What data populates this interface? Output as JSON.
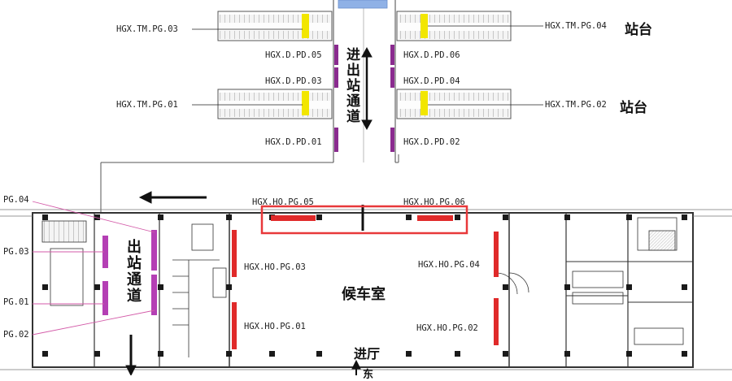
{
  "labels": {
    "tm_pg_03": "HGX.TM.PG.03",
    "tm_pg_04": "HGX.TM.PG.04",
    "tm_pg_01": "HGX.TM.PG.01",
    "tm_pg_02": "HGX.TM.PG.02",
    "d_pd_05": "HGX.D.PD.05",
    "d_pd_06": "HGX.D.PD.06",
    "d_pd_03": "HGX.D.PD.03",
    "d_pd_04": "HGX.D.PD.04",
    "d_pd_01": "HGX.D.PD.01",
    "d_pd_02": "HGX.D.PD.02",
    "ho_pg_03": "HGX.HO.PG.03",
    "ho_pg_04": "HGX.HO.PG.04",
    "ho_pg_01": "HGX.HO.PG.01",
    "ho_pg_02": "HGX.HO.PG.02",
    "ho_pg_05": "HGX.HO.PG.05",
    "ho_pg_06": "HGX.HO.PG.06",
    "pg_04": "PG.04",
    "pg_03": "PG.03",
    "pg_01": "PG.01",
    "pg_02": "PG.02"
  },
  "areas": {
    "platform_top": "站台",
    "platform_mid": "站台",
    "passage_in_out": "进出站通道",
    "passage_exit": "出站通道",
    "waiting_room": "候车室",
    "entry_hall": "进厅",
    "east": "东"
  },
  "colors": {
    "gate_yellow": "#f2e600",
    "gate_purple": "#8a2b8f",
    "gate_magenta": "#b43fb4",
    "gate_red": "#e02a2a",
    "highlight_box": "#e8383a",
    "wall": "#333333",
    "skylight": "#8fb1e6"
  }
}
